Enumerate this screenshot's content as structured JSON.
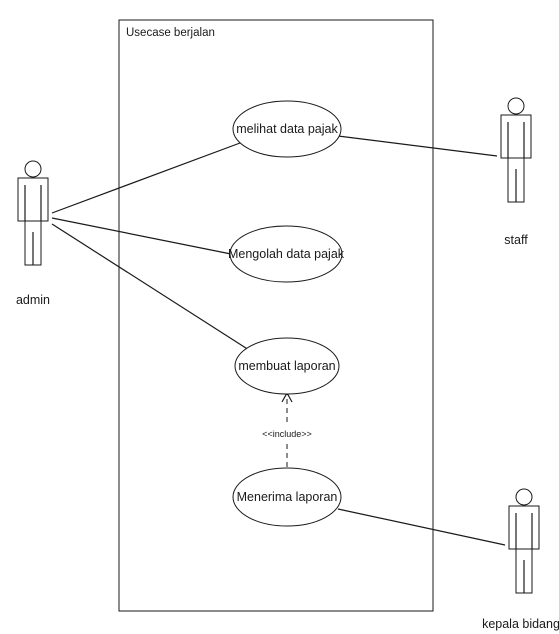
{
  "diagram": {
    "type": "use-case",
    "boundary": {
      "title": "Usecase berjalan"
    },
    "actors": [
      {
        "id": "admin",
        "label": "admin"
      },
      {
        "id": "staff",
        "label": "staff"
      },
      {
        "id": "kepala",
        "label": "kepala bidang"
      }
    ],
    "use_cases": [
      {
        "id": "uc1",
        "label": "melihat data pajak"
      },
      {
        "id": "uc2",
        "label": "Mengolah data pajak"
      },
      {
        "id": "uc3",
        "label": "membuat laporan"
      },
      {
        "id": "uc4",
        "label": "Menerima laporan"
      }
    ],
    "include": {
      "label": "<<include>>"
    },
    "associations": [
      {
        "actor": "admin",
        "use_case": "uc1"
      },
      {
        "actor": "admin",
        "use_case": "uc2"
      },
      {
        "actor": "admin",
        "use_case": "uc3"
      },
      {
        "actor": "staff",
        "use_case": "uc1"
      },
      {
        "actor": "kepala",
        "use_case": "uc4"
      }
    ],
    "colors": {
      "stroke": "#1a1a1a",
      "background": "#ffffff"
    }
  }
}
